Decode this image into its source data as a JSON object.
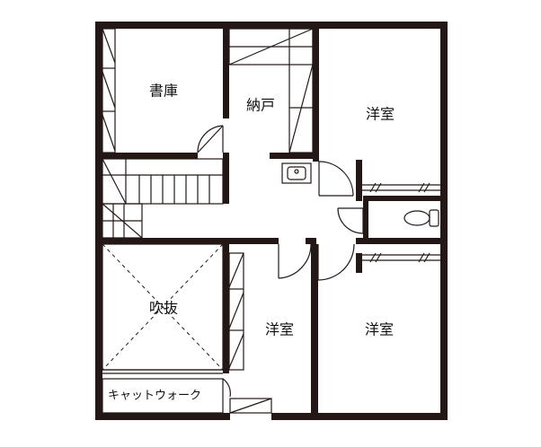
{
  "rooms": {
    "library": "書庫",
    "storage": "納戸",
    "western_room_top": "洋室",
    "void": "吹抜",
    "western_room_mid": "洋室",
    "western_room_right": "洋室",
    "catwalk": "キャットウォーク"
  }
}
